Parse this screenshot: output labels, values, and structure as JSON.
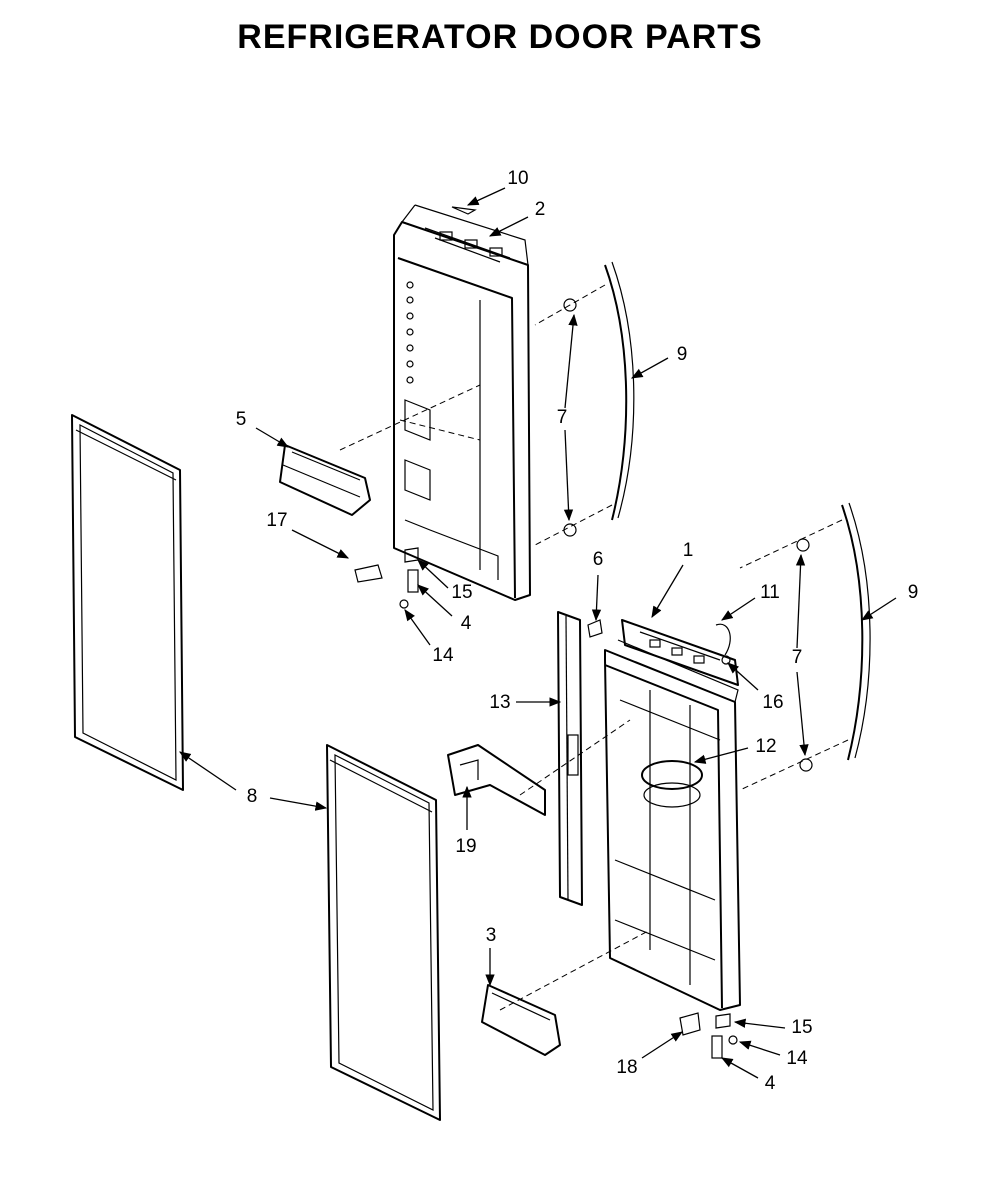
{
  "title": "REFRIGERATOR DOOR PARTS",
  "callouts": {
    "c1": "1",
    "c2": "2",
    "c3": "3",
    "c4a": "4",
    "c4b": "4",
    "c5": "5",
    "c6": "6",
    "c7a": "7",
    "c7b": "7",
    "c8": "8",
    "c9a": "9",
    "c9b": "9",
    "c10": "10",
    "c11": "11",
    "c12": "12",
    "c13": "13",
    "c14a": "14",
    "c14b": "14",
    "c15a": "15",
    "c15b": "15",
    "c16": "16",
    "c17": "17",
    "c18": "18",
    "c19": "19"
  }
}
